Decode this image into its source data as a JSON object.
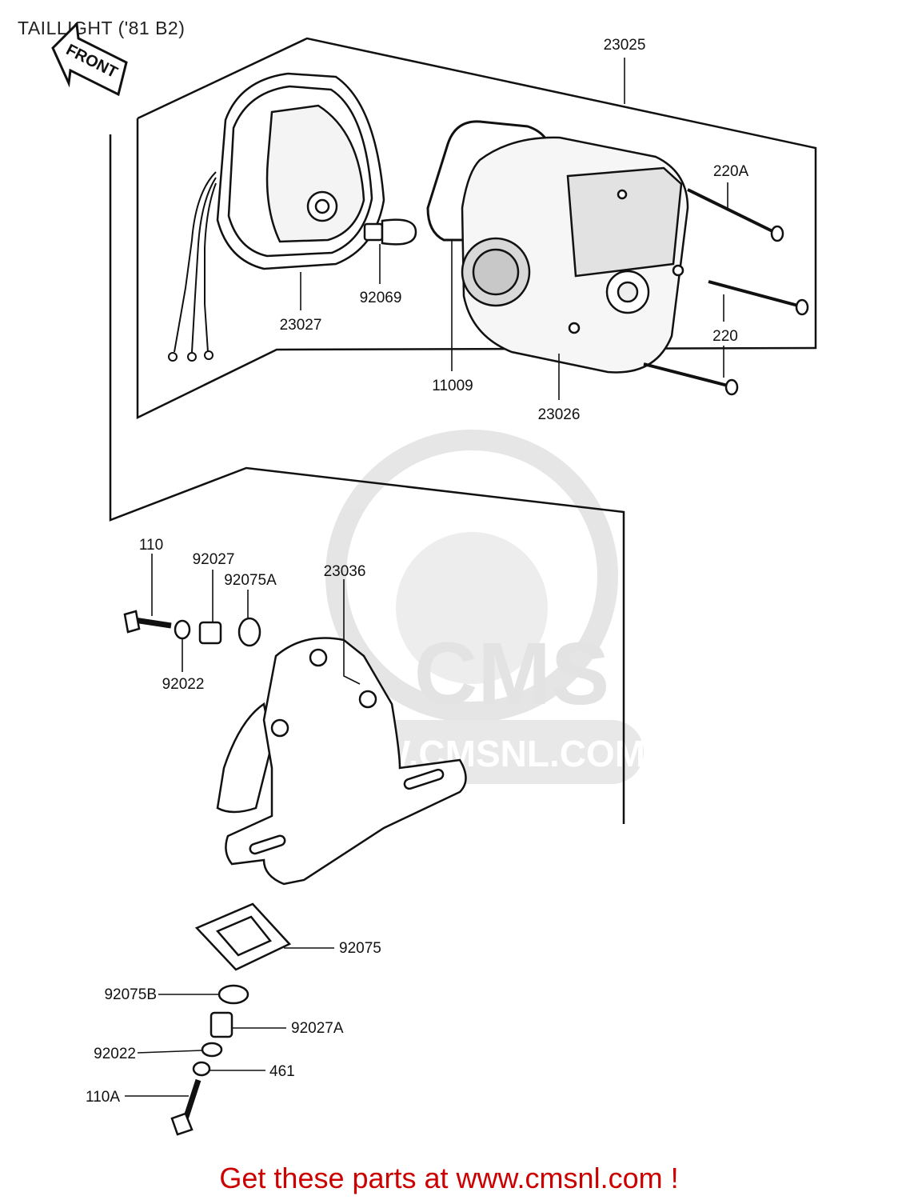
{
  "title": "TAILLIGHT ('81 B2)",
  "footer": "Get these parts at www.cmsnl.com !",
  "front_arrow": "FRONT",
  "watermark": {
    "logo": "CMS",
    "url": "WWW.CMSNL.COM"
  },
  "parts": {
    "p23025": "23025",
    "p220A": "220A",
    "p23027": "23027",
    "p92069": "92069",
    "p220": "220",
    "p11009": "11009",
    "p23026": "23026",
    "p110": "110",
    "p92027": "92027",
    "p92075A": "92075A",
    "p23036": "23036",
    "p92022": "92022",
    "p92075": "92075",
    "p92075B": "92075B",
    "p92027A": "92027A",
    "p92022b": "92022",
    "p461": "461",
    "p110A": "110A"
  },
  "colors": {
    "ink": "#111111",
    "footer": "#cc0000",
    "watermark": "#e3e3e3"
  }
}
